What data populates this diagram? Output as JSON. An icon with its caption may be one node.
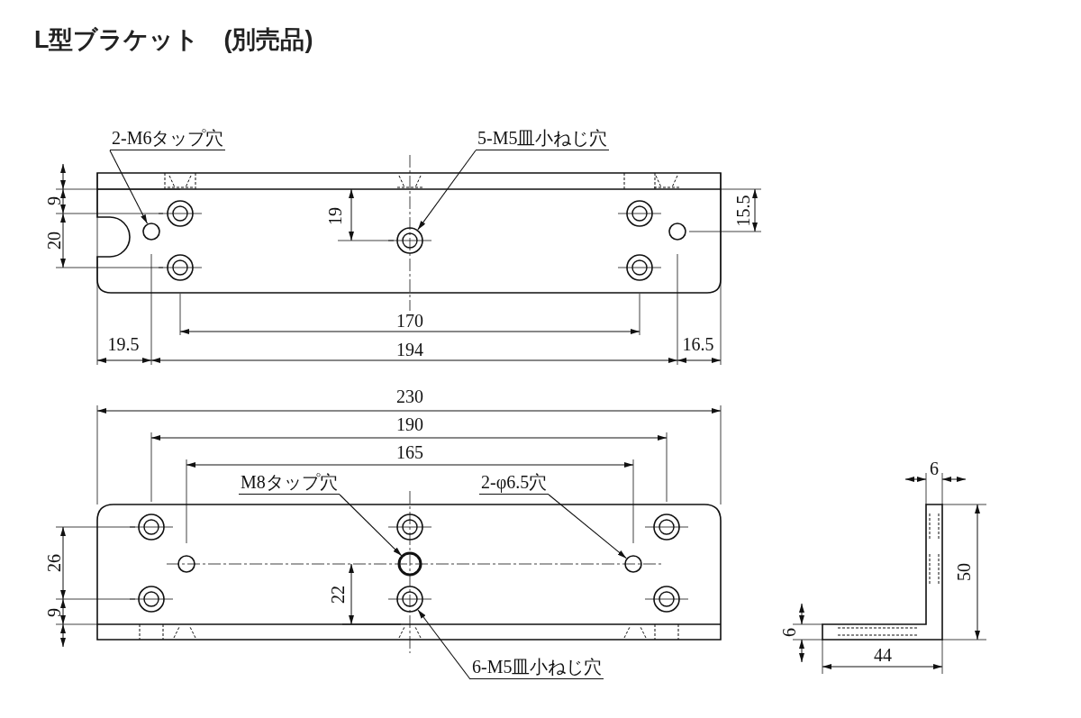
{
  "diagram": {
    "title": "L型ブラケット　(別売品)",
    "nodes": [
      {
        "text": [
          "2-M6タップ穴"
        ]
      },
      {
        "text": [],
        "shape": "circle"
      },
      {
        "text": [
          "5-M5皿小ねじ穴"
        ]
      },
      {
        "text": [],
        "shape": "circle"
      },
      {
        "text": [
          "M8タップ穴"
        ]
      },
      {
        "text": [],
        "shape": "circle"
      },
      {
        "text": [
          "2-φ6.5穴"
        ]
      },
      {
        "text": [],
        "shape": "circle"
      },
      {
        "text": [
          "6-M5皿小ねじ穴"
        ]
      },
      {
        "text": [],
        "shape": "circle"
      },
      {
        "text": [],
        "shape": "circle"
      },
      {
        "text": [],
        "shape": "circle"
      },
      {
        "text": [],
        "shape": "circle"
      },
      {
        "text": [],
        "shape": "circle"
      },
      {
        "text": [],
        "shape": "circle"
      },
      {
        "text": [],
        "shape": "circle"
      },
      {
        "text": [],
        "shape": "circle"
      },
      {
        "text": [],
        "shape": "circle"
      },
      {
        "text": [],
        "shape": "circle"
      },
      {
        "text": [],
        "shape": "circle"
      },
      {
        "text": [],
        "shape": "circle"
      }
    ],
    "edges": [
      {
        "from": 0,
        "to": 1,
        "arrow": "to"
      },
      {
        "from": 2,
        "to": 3,
        "arrow": "to"
      },
      {
        "from": 4,
        "to": 5,
        "arrow": "to"
      },
      {
        "from": 6,
        "to": 7,
        "arrow": "to"
      },
      {
        "from": 8,
        "to": 9,
        "arrow": "to"
      }
    ],
    "labels": [
      "9",
      "20",
      "19",
      "15.5",
      "170",
      "19.5",
      "194",
      "16.5",
      "230",
      "190",
      "165",
      "26",
      "9",
      "22",
      "6",
      "50",
      "6",
      "44"
    ]
  }
}
